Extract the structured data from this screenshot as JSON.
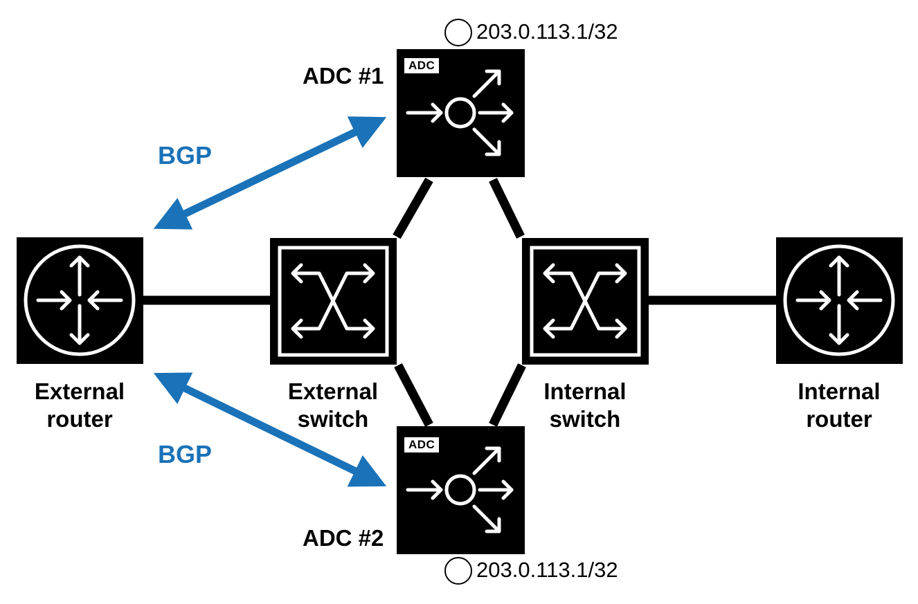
{
  "colors": {
    "device": "#000000",
    "bgp": "#1a72b8",
    "background": "#ffffff"
  },
  "nodes": {
    "external_router": {
      "label_line1": "External",
      "label_line2": "router",
      "icon": "router-icon"
    },
    "external_switch": {
      "label_line1": "External",
      "label_line2": "switch",
      "icon": "switch-icon"
    },
    "internal_switch": {
      "label_line1": "Internal",
      "label_line2": "switch",
      "icon": "switch-icon"
    },
    "internal_router": {
      "label_line1": "Internal",
      "label_line2": "router",
      "icon": "router-icon"
    },
    "adc1": {
      "label": "ADC #1",
      "tag": "ADC",
      "ip": "203.0.113.1/32",
      "icon": "load-balancer-icon"
    },
    "adc2": {
      "label": "ADC #2",
      "tag": "ADC",
      "ip": "203.0.113.1/32",
      "icon": "load-balancer-icon"
    }
  },
  "links": {
    "bgp_top": "BGP",
    "bgp_bottom": "BGP"
  }
}
